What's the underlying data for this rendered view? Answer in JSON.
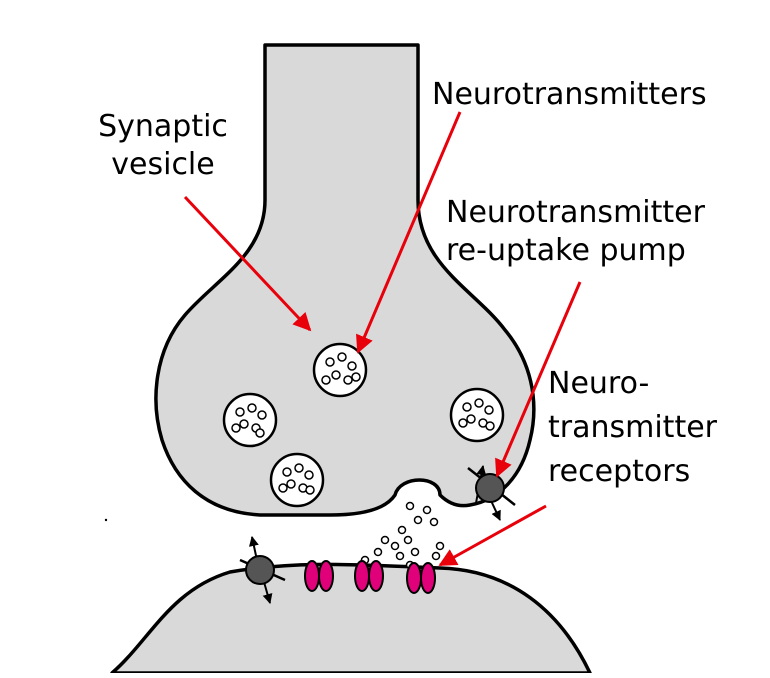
{
  "labels": {
    "neurotransmitters": "Neurotransmitters",
    "synaptic_vesicle": [
      "Synaptic",
      "vesicle"
    ],
    "reuptake_pump": [
      "Neurotransmitter",
      "re-uptake pump"
    ],
    "receptors": [
      "Neuro-",
      "transmitter",
      "receptors"
    ]
  },
  "colors": {
    "cell_fill": "#d9d9d9",
    "outline": "#000000",
    "pointer_arrow": "#e8000b",
    "receptor": "#e0007a",
    "pump": "#555555"
  }
}
